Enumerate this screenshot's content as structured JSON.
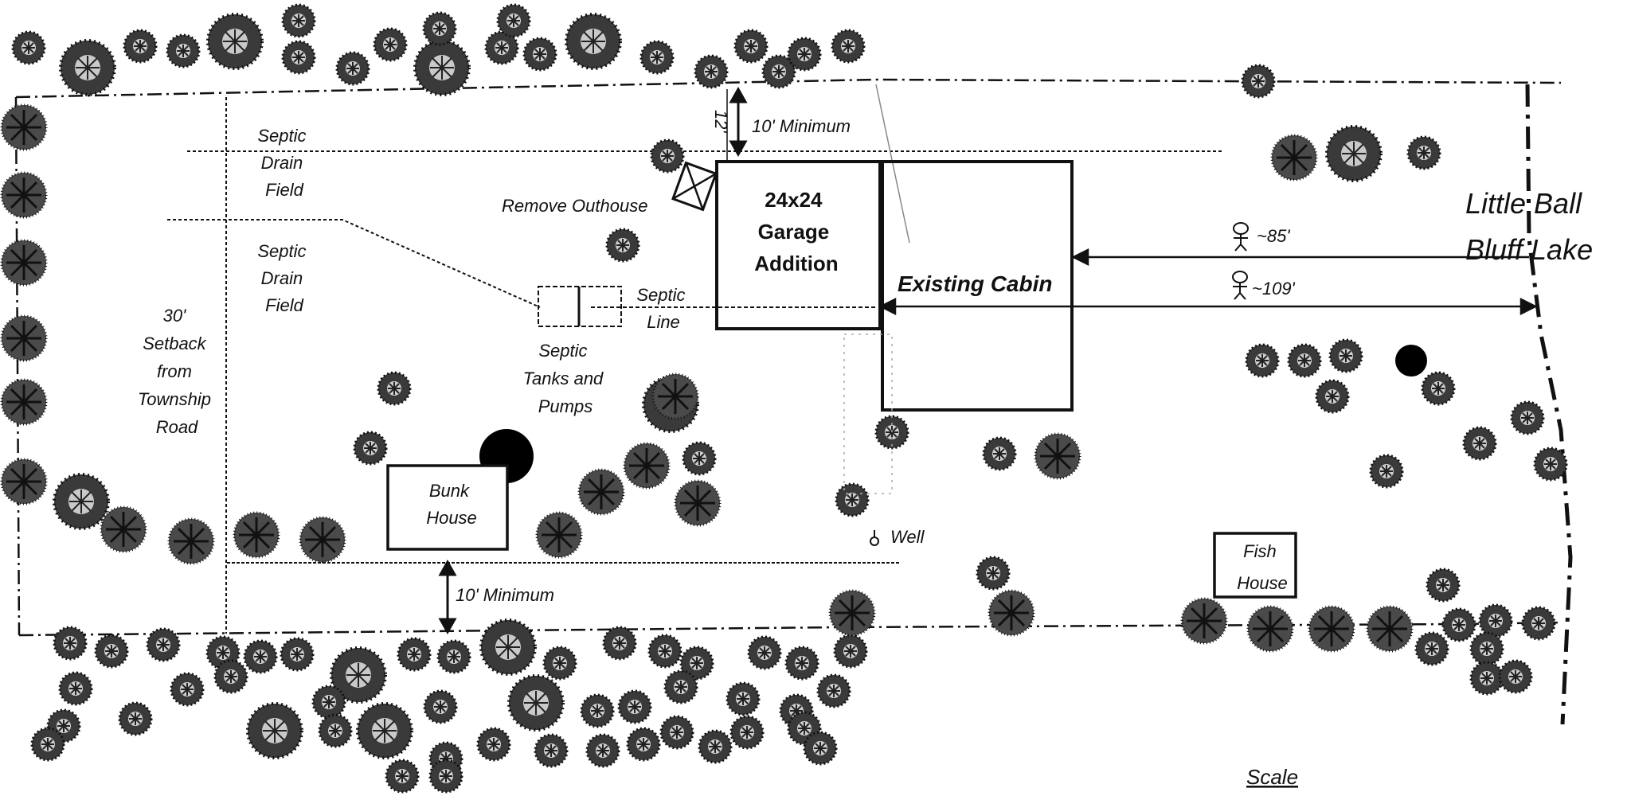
{
  "labels": {
    "septic_drain_field_1": [
      "Septic",
      "Drain",
      "Field"
    ],
    "septic_drain_field_2": [
      "Septic",
      "Drain",
      "Field"
    ],
    "setback": [
      "30'",
      "Setback",
      "from",
      "Township",
      "Road"
    ],
    "remove_outhouse": "Remove Outhouse",
    "garage_addition": [
      "24x24",
      "Garage",
      "Addition"
    ],
    "existing_cabin": "Existing Cabin",
    "septic_tanks": [
      "Septic",
      "Tanks and",
      "Pumps"
    ],
    "septic_line": [
      "Septic",
      "Line"
    ],
    "bunk_house": [
      "Bunk",
      "House"
    ],
    "well": "Well",
    "fish_house": [
      "Fish",
      "House"
    ],
    "lake": [
      "Little Ball",
      "Bluff Lake"
    ],
    "min_top": "10' Minimum",
    "min_bottom": "10' Minimum",
    "twelve": "12'",
    "dist_85": "~85'",
    "dist_109": "~109'",
    "scale": "Scale"
  },
  "icons": [
    "tree-icon",
    "person-icon",
    "well-icon",
    "outhouse-x-icon"
  ],
  "colors": {
    "ink": "#111111",
    "tree": "#2a2a2a",
    "paper": "#ffffff"
  }
}
